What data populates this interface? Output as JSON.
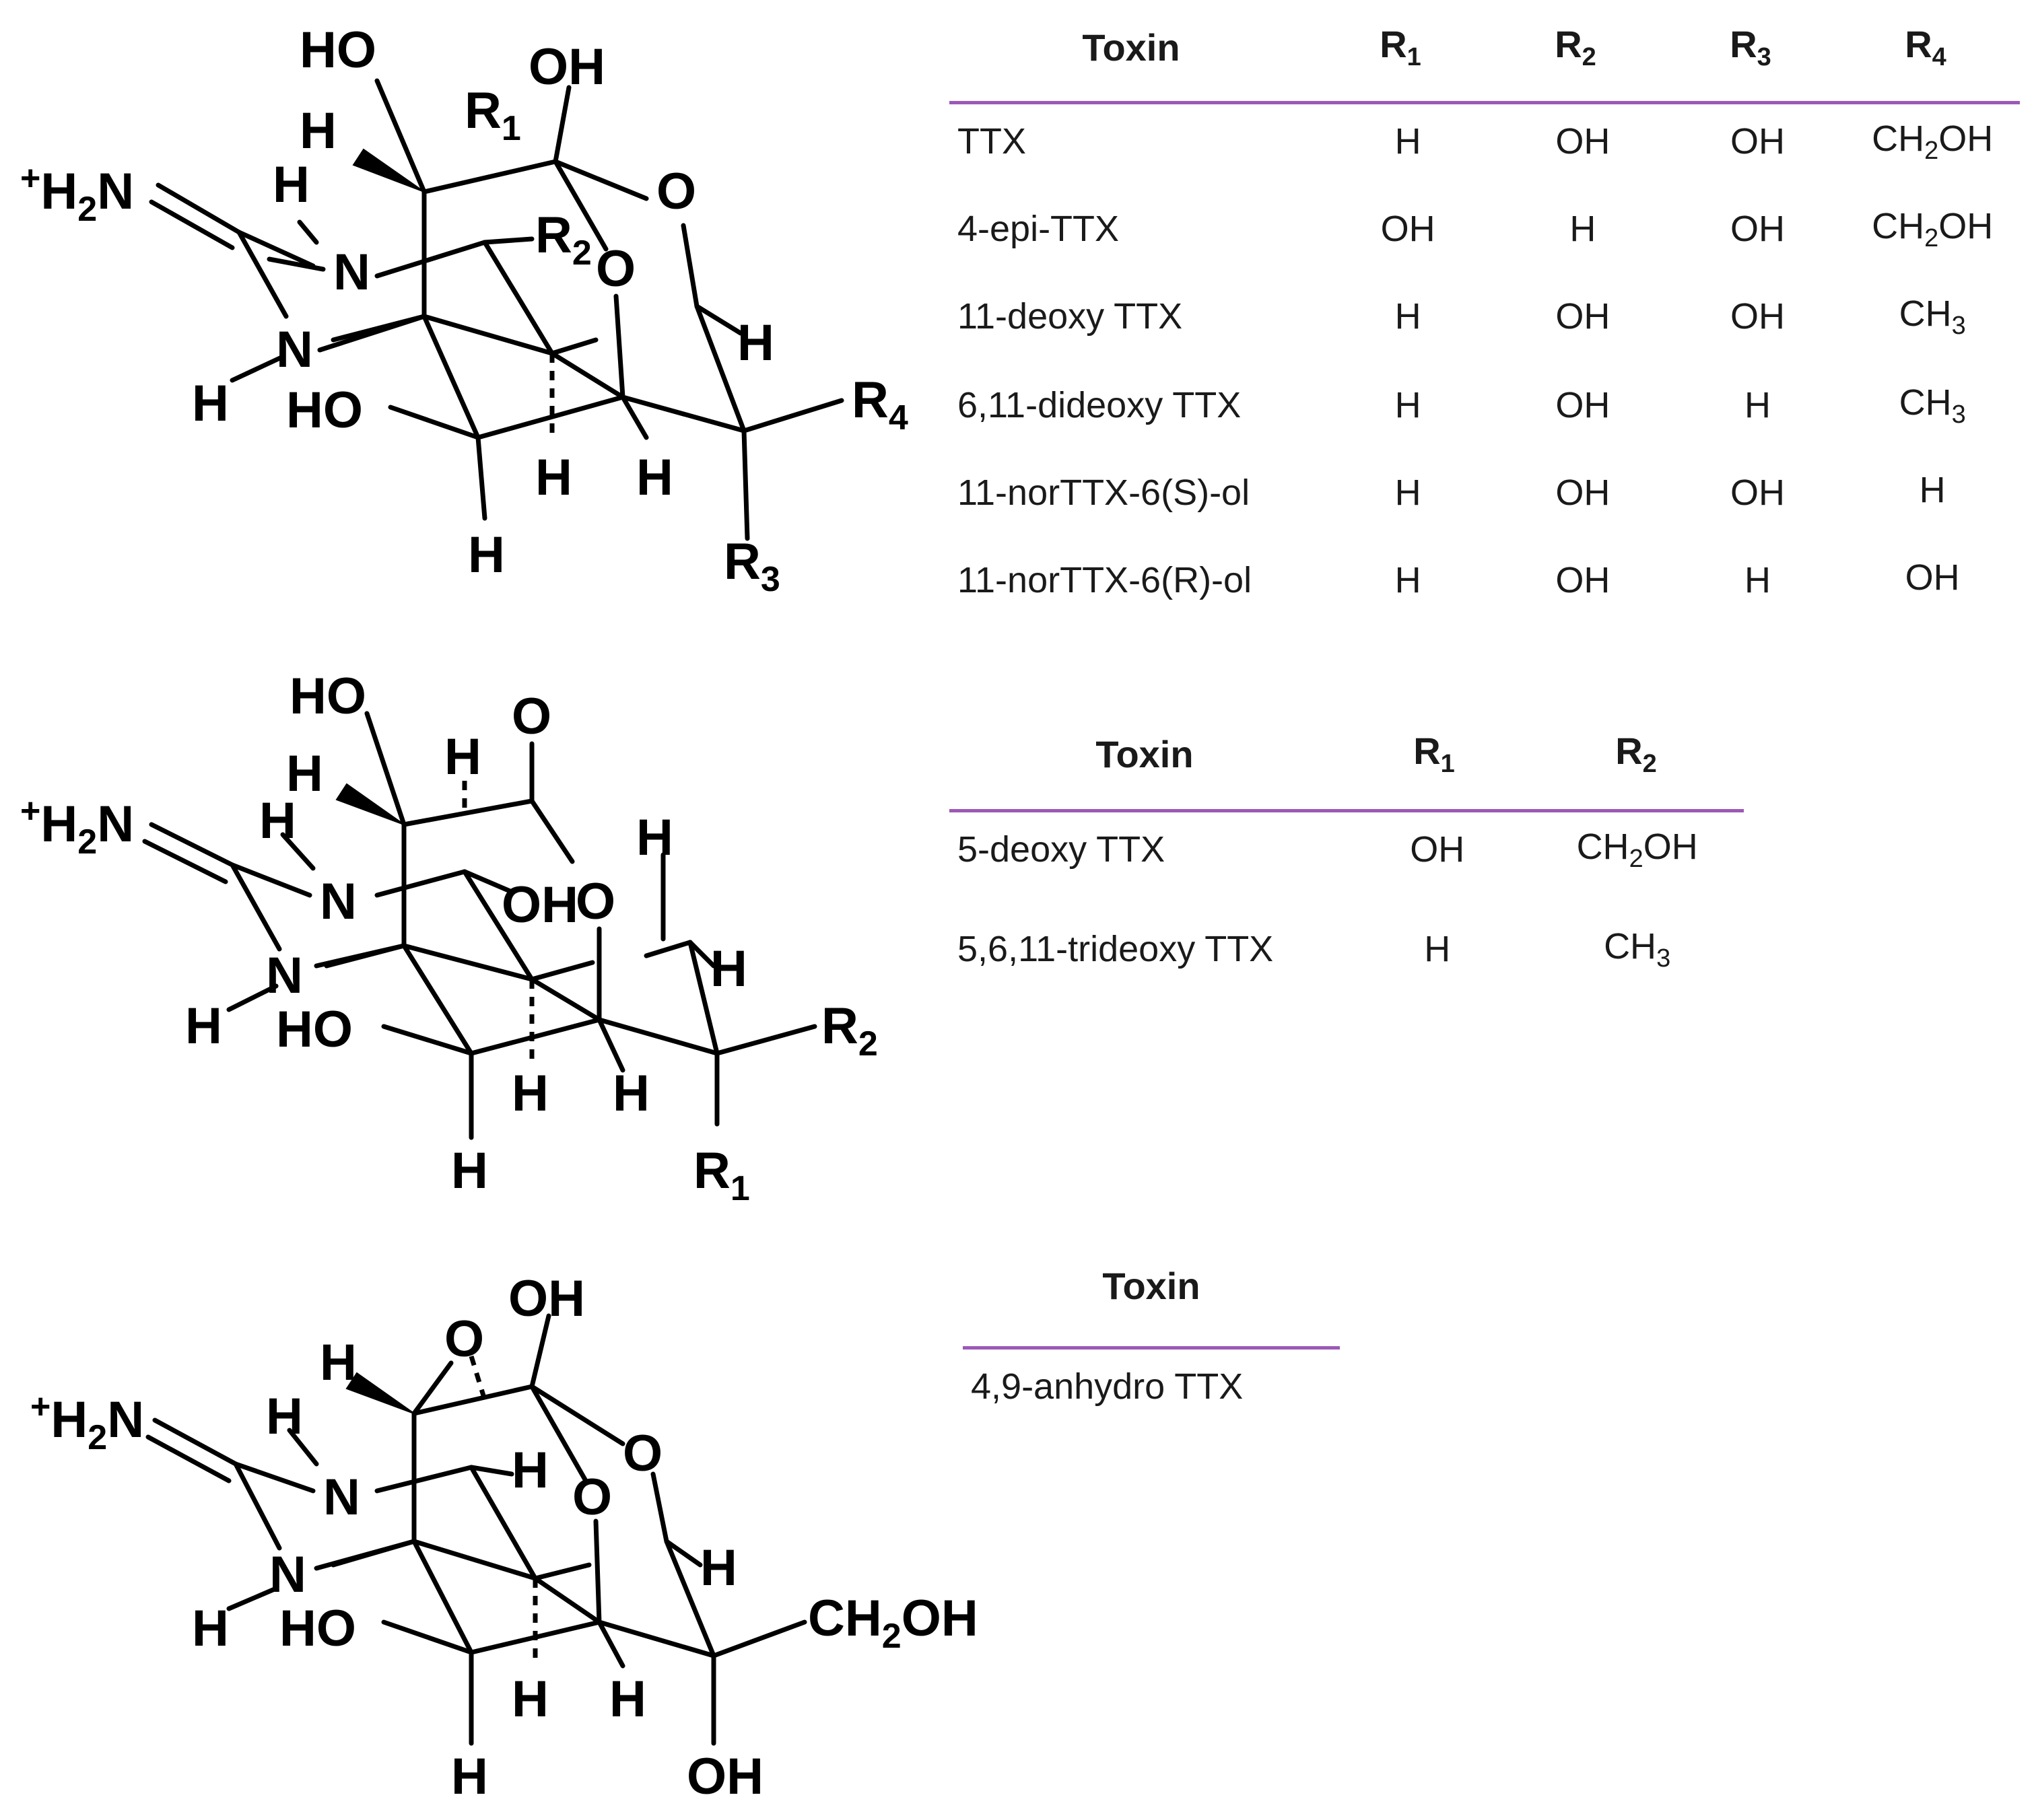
{
  "structure1": {
    "labels": {
      "ho_top": "HO",
      "oh_top": "OH",
      "h_left": "H",
      "r1": "R",
      "r1_sub": "1",
      "h2n": "H",
      "h2n_sub": "2",
      "h2n_n": "N",
      "h2n_sup": "+",
      "h_n": "H",
      "o_ring": "O",
      "n1": "N",
      "r2": "R",
      "r2_sub": "2",
      "o_mid": "O",
      "n2": "N",
      "h_right": "H",
      "h_bot_left": "H",
      "ho_bot": "HO",
      "r4": "R",
      "r4_sub": "4",
      "h_c1": "H",
      "h_c2": "H",
      "h_bottom": "H",
      "r3": "R",
      "r3_sub": "3"
    }
  },
  "structure2": {
    "labels": {
      "ho_top": "HO",
      "o_top": "O",
      "h_a": "H",
      "h_b": "H",
      "h2n": "H",
      "h2n_sub": "2",
      "h2n_n": "N",
      "h2n_sup": "+",
      "h_n": "H",
      "h_c": "H",
      "n1": "N",
      "oh_mid": "OH",
      "o_mid": "O",
      "h_right": "H",
      "n2": "N",
      "h_bot_left": "H",
      "ho_bot": "HO",
      "r2": "R",
      "r2_sub": "2",
      "h_c1": "H",
      "h_c2": "H",
      "h_bottom": "H",
      "r1": "R",
      "r1_sub": "1"
    }
  },
  "structure3": {
    "labels": {
      "oh_top": "OH",
      "h_left": "H",
      "o_epox": "O",
      "h2n": "H",
      "h2n_sub": "2",
      "h2n_n": "N",
      "h2n_sup": "+",
      "h_n": "H",
      "h_mid": "H",
      "o_ring": "O",
      "n1": "N",
      "o_mid": "O",
      "h_right": "H",
      "n2": "N",
      "h_bot_left": "H",
      "ho_bot": "HO",
      "ch2oh": "CH",
      "ch2oh_sub": "2",
      "ch2oh_tail": "OH",
      "h_c1": "H",
      "h_c2": "H",
      "h_bottom": "H",
      "oh_bottom": "OH"
    }
  },
  "table1": {
    "headers": [
      "Toxin",
      "R",
      "R",
      "R",
      "R"
    ],
    "header_subs": [
      "",
      "1",
      "2",
      "3",
      "4"
    ],
    "rows": [
      {
        "toxin": "TTX",
        "r1": "H",
        "r2": "OH",
        "r3": "OH",
        "r4": "CH",
        "r4_sub": "2",
        "r4_tail": "OH"
      },
      {
        "toxin": "4-epi-TTX",
        "r1": "OH",
        "r2": "H",
        "r3": "OH",
        "r4": "CH",
        "r4_sub": "2",
        "r4_tail": "OH"
      },
      {
        "toxin": "11-deoxy TTX",
        "r1": "H",
        "r2": "OH",
        "r3": "OH",
        "r4": "CH",
        "r4_sub": "3",
        "r4_tail": ""
      },
      {
        "toxin": "6,11-dideoxy TTX",
        "r1": "H",
        "r2": "OH",
        "r3": "H",
        "r4": "CH",
        "r4_sub": "3",
        "r4_tail": ""
      },
      {
        "toxin": "11-norTTX-6(S)-ol",
        "r1": "H",
        "r2": "OH",
        "r3": "OH",
        "r4": "H",
        "r4_sub": "",
        "r4_tail": ""
      },
      {
        "toxin": "11-norTTX-6(R)-ol",
        "r1": "H",
        "r2": "OH",
        "r3": "H",
        "r4": "OH",
        "r4_sub": "",
        "r4_tail": ""
      }
    ]
  },
  "table2": {
    "headers": [
      "Toxin",
      "R",
      "R"
    ],
    "header_subs": [
      "",
      "1",
      "2"
    ],
    "rows": [
      {
        "toxin": "5-deoxy TTX",
        "r1": "OH",
        "r2": "CH",
        "r2_sub": "2",
        "r2_tail": "OH"
      },
      {
        "toxin": "5,6,11-trideoxy TTX",
        "r1": "H",
        "r2": "CH",
        "r2_sub": "3",
        "r2_tail": ""
      }
    ]
  },
  "table3": {
    "header": "Toxin",
    "rows": [
      {
        "toxin": "4,9-anhydro TTX"
      }
    ]
  }
}
